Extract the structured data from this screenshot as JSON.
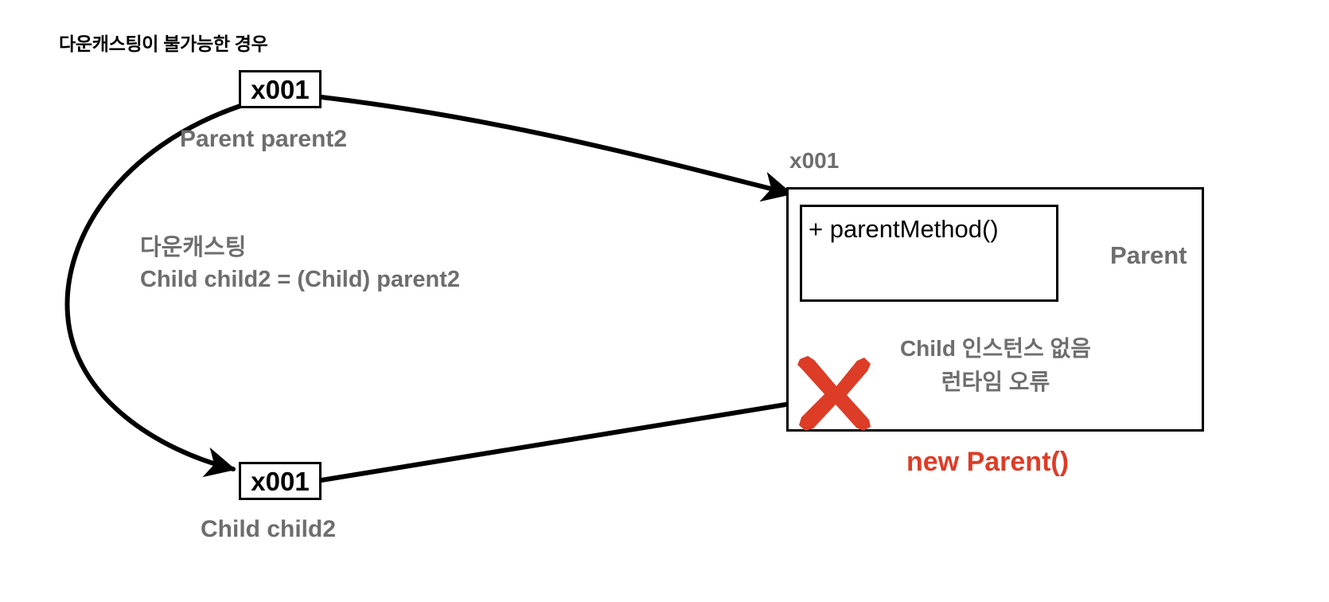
{
  "diagram": {
    "title": "다운캐스팅이 불가능한 경우",
    "stack": {
      "parent_ref": {
        "address": "x001",
        "label": "Parent parent2"
      },
      "child_ref": {
        "address": "x001",
        "label": "Child child2"
      },
      "cast_note_line1": "다운캐스팅",
      "cast_note_line2": "Child child2 = (Child) parent2"
    },
    "heap": {
      "address": "x001",
      "class_name": "Parent",
      "method": "+ parentMethod()",
      "error_line1": "Child 인스턴스 없음",
      "error_line2": "런타임 오류",
      "constructor": "new Parent()"
    },
    "icons": {
      "error_x": "red-x-icon",
      "arrow": "arrow-head-icon"
    },
    "colors": {
      "error_red": "#dd3c26",
      "label_gray": "#6e6e6e",
      "stroke_black": "#000000",
      "background": "#ffffff"
    }
  }
}
